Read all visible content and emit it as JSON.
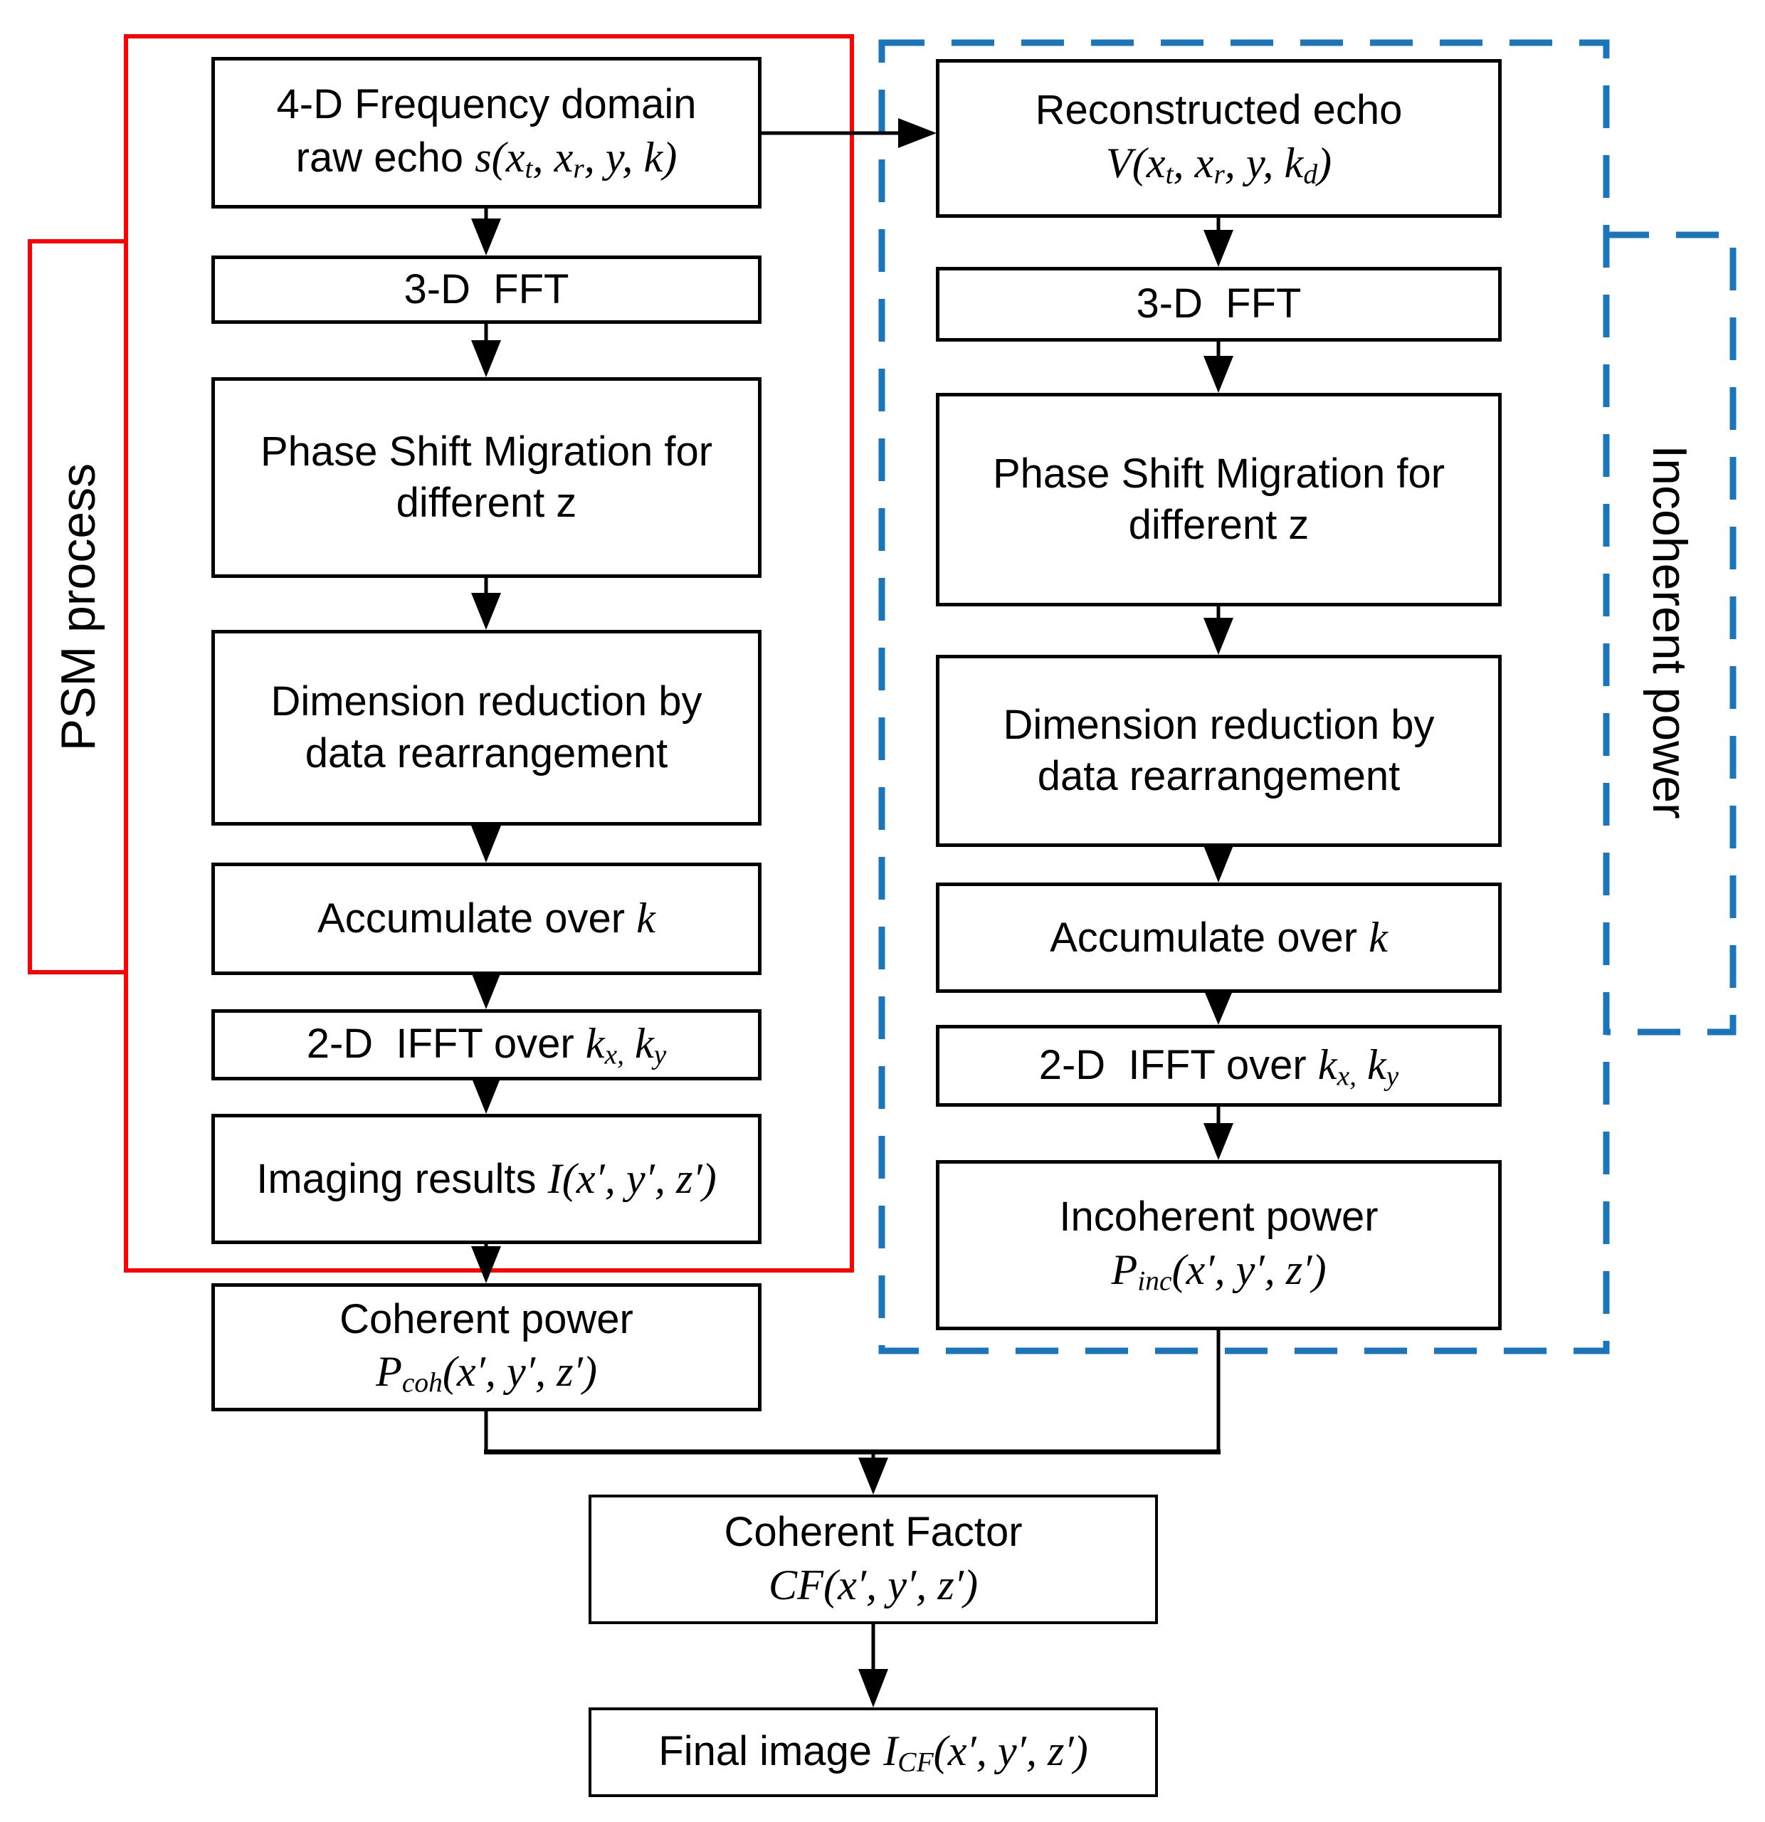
{
  "diagram": {
    "background": "#FFFFFF",
    "colors": {
      "psm_red": "#FF0000",
      "incoherent_blue": "#1B75BB",
      "line_black": "#000000"
    },
    "psm_group": {
      "label": "PSM process"
    },
    "incoherent_group": {
      "label": "Incoherent power"
    },
    "left_column": {
      "boxes": [
        {
          "name": "raw-echo",
          "lines": [
            [
              {
                "t": "4-D Frequency domain",
                "s": "n"
              }
            ],
            [
              {
                "t": "raw echo ",
                "s": "n"
              },
              {
                "t": "s(x",
                "s": "m"
              },
              {
                "t": "t",
                "s": "ms"
              },
              {
                "t": ", x",
                "s": "m"
              },
              {
                "t": "r",
                "s": "ms"
              },
              {
                "t": ", y, k)",
                "s": "m"
              }
            ]
          ]
        },
        {
          "name": "fft",
          "lines": [
            [
              {
                "t": "3-D  FFT",
                "s": "n"
              }
            ]
          ]
        },
        {
          "name": "phase-shift-migration",
          "lines": [
            [
              {
                "t": "Phase Shift Migration for",
                "s": "n"
              }
            ],
            [
              {
                "t": "different z",
                "s": "n"
              }
            ]
          ]
        },
        {
          "name": "dimension-reduction",
          "lines": [
            [
              {
                "t": "Dimension reduction by",
                "s": "n"
              }
            ],
            [
              {
                "t": "data rearrangement",
                "s": "n"
              }
            ]
          ]
        },
        {
          "name": "accumulate",
          "lines": [
            [
              {
                "t": "Accumulate over ",
                "s": "n"
              },
              {
                "t": "k",
                "s": "m"
              }
            ]
          ]
        },
        {
          "name": "ifft",
          "lines": [
            [
              {
                "t": "2-D  IFFT over ",
                "s": "n"
              },
              {
                "t": "k",
                "s": "m"
              },
              {
                "t": "x,",
                "s": "ms"
              },
              {
                "t": " k",
                "s": "m"
              },
              {
                "t": "y",
                "s": "ms"
              }
            ]
          ]
        },
        {
          "name": "imaging-results",
          "lines": [
            [
              {
                "t": "Imaging results ",
                "s": "n"
              },
              {
                "t": "I(x′, y′, z′)",
                "s": "m"
              }
            ]
          ]
        },
        {
          "name": "coherent-power",
          "lines": [
            [
              {
                "t": "Coherent power",
                "s": "n"
              }
            ],
            [
              {
                "t": "P",
                "s": "m"
              },
              {
                "t": "coh",
                "s": "ms"
              },
              {
                "t": "(x′, y′, z′)",
                "s": "m"
              }
            ]
          ]
        }
      ]
    },
    "right_column": {
      "boxes": [
        {
          "name": "reconstructed-echo",
          "lines": [
            [
              {
                "t": "Reconstructed echo",
                "s": "n"
              }
            ],
            [
              {
                "t": "V(x",
                "s": "m"
              },
              {
                "t": "t",
                "s": "ms"
              },
              {
                "t": ", x",
                "s": "m"
              },
              {
                "t": "r",
                "s": "ms"
              },
              {
                "t": ", y, k",
                "s": "m"
              },
              {
                "t": "d",
                "s": "ms"
              },
              {
                "t": ")",
                "s": "m"
              }
            ]
          ]
        },
        {
          "name": "fft",
          "lines": [
            [
              {
                "t": "3-D  FFT",
                "s": "n"
              }
            ]
          ]
        },
        {
          "name": "phase-shift-migration",
          "lines": [
            [
              {
                "t": "Phase Shift Migration for",
                "s": "n"
              }
            ],
            [
              {
                "t": "different z",
                "s": "n"
              }
            ]
          ]
        },
        {
          "name": "dimension-reduction",
          "lines": [
            [
              {
                "t": "Dimension reduction by",
                "s": "n"
              }
            ],
            [
              {
                "t": "data rearrangement",
                "s": "n"
              }
            ]
          ]
        },
        {
          "name": "accumulate",
          "lines": [
            [
              {
                "t": "Accumulate over ",
                "s": "n"
              },
              {
                "t": "k",
                "s": "m"
              }
            ]
          ]
        },
        {
          "name": "ifft",
          "lines": [
            [
              {
                "t": "2-D  IFFT over ",
                "s": "n"
              },
              {
                "t": "k",
                "s": "m"
              },
              {
                "t": "x,",
                "s": "ms"
              },
              {
                "t": " k",
                "s": "m"
              },
              {
                "t": "y",
                "s": "ms"
              }
            ]
          ]
        },
        {
          "name": "incoherent-power",
          "lines": [
            [
              {
                "t": "Incoherent power",
                "s": "n"
              }
            ],
            [
              {
                "t": "P",
                "s": "m"
              },
              {
                "t": "inc",
                "s": "ms"
              },
              {
                "t": "(x′, y′, z′)",
                "s": "m"
              }
            ]
          ]
        }
      ]
    },
    "bottom": {
      "boxes": [
        {
          "name": "coherent-factor",
          "lines": [
            [
              {
                "t": "Coherent Factor",
                "s": "n"
              }
            ],
            [
              {
                "t": "CF(x′, y′, z′)",
                "s": "m"
              }
            ]
          ]
        },
        {
          "name": "final-image",
          "lines": [
            [
              {
                "t": "Final image ",
                "s": "n"
              },
              {
                "t": "I",
                "s": "m"
              },
              {
                "t": "CF",
                "s": "ms"
              },
              {
                "t": "(x′, y′, z′)",
                "s": "m"
              }
            ]
          ]
        }
      ]
    }
  }
}
